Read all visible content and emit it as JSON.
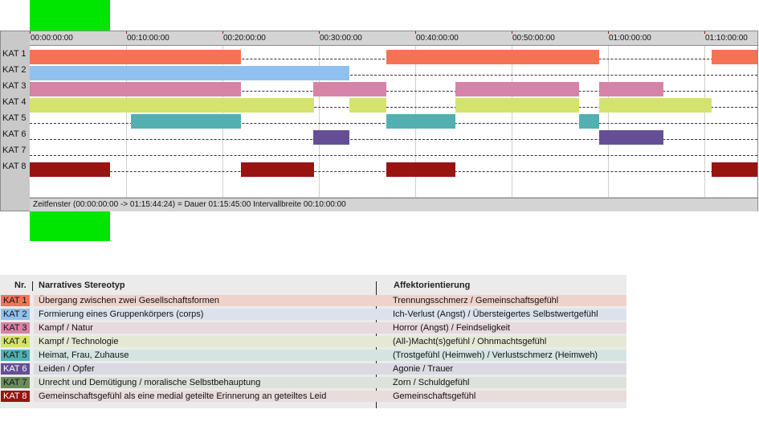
{
  "chart_data": {
    "type": "timeline",
    "x_unit": "time (hh:mm:ss)",
    "x_range_seconds": [
      0,
      4545
    ],
    "tick_labels": [
      "00:00:00:00",
      "00:10:00:00",
      "00:20:00:00",
      "00:30:00:00",
      "00:40:00:00",
      "00:50:00:00",
      "01:00:00:00",
      "01:10:00:00"
    ],
    "tick_seconds": [
      0,
      600,
      1200,
      1800,
      2400,
      3000,
      3600,
      4200
    ],
    "rows": [
      {
        "label": "KAT 1",
        "color": "#f57355",
        "intervals": [
          [
            0,
            1315
          ],
          [
            2220,
            3545
          ],
          [
            4245,
            4545
          ]
        ]
      },
      {
        "label": "KAT 2",
        "color": "#90c1ee",
        "intervals": [
          [
            0,
            1990
          ]
        ]
      },
      {
        "label": "KAT 3",
        "color": "#d683a7",
        "intervals": [
          [
            0,
            1315
          ],
          [
            1765,
            2220
          ],
          [
            2650,
            3420
          ],
          [
            3545,
            3945
          ]
        ]
      },
      {
        "label": "KAT 4",
        "color": "#d4e36c",
        "intervals": [
          [
            0,
            1770
          ],
          [
            1990,
            2220
          ],
          [
            2650,
            3420
          ],
          [
            3545,
            4245
          ]
        ]
      },
      {
        "label": "KAT 5",
        "color": "#52b0b0",
        "intervals": [
          [
            630,
            1315
          ],
          [
            2220,
            2650
          ],
          [
            3420,
            3545
          ]
        ]
      },
      {
        "label": "KAT 6",
        "color": "#644f95",
        "intervals": [
          [
            1765,
            1990
          ],
          [
            3545,
            3945
          ]
        ]
      },
      {
        "label": "KAT 7",
        "color": "#6c8c5c",
        "intervals": []
      },
      {
        "label": "KAT 8",
        "color": "#981410",
        "intervals": [
          [
            0,
            500
          ],
          [
            1315,
            1770
          ],
          [
            2220,
            2650
          ],
          [
            4245,
            4545
          ]
        ]
      }
    ],
    "status_text": "Zeitfenster (00:00:00:00 -> 01:15:44:24) = Dauer 01:15:45:00    Intervallbreite 00:10:00:00"
  },
  "legend": {
    "header_nr": "Nr.",
    "header_stereotype": "Narratives Stereotyp",
    "header_affect": "Affektorientierung",
    "rows": [
      {
        "nr": "KAT 1",
        "stereotype": "Übergang zwischen zwei Gesellschaftsformen",
        "affect": "Trennungsschmerz / Gemeinschaftsgefühl",
        "color": "#f57355",
        "tint": "#eed3cc"
      },
      {
        "nr": "KAT 2",
        "stereotype": "Formierung eines Gruppenkörpers (corps)",
        "affect": "Ich-Verlust (Angst) / Übersteigertes Selbstwertgefühl",
        "color": "#90c1ee",
        "tint": "#dae3ec"
      },
      {
        "nr": "KAT 3",
        "stereotype": "Kampf / Natur",
        "affect": "Horror (Angst) / Feindseligkeit",
        "color": "#d683a7",
        "tint": "#e8d9df"
      },
      {
        "nr": "KAT 4",
        "stereotype": "Kampf / Technologie",
        "affect": "(All-)Macht(s)gefühl / Ohnmachtsgefühl",
        "color": "#d4e36c",
        "tint": "#e6e8d6"
      },
      {
        "nr": "KAT 5",
        "stereotype": "Heimat, Frau, Zuhause",
        "affect": "(Trostgefühl (Heimweh) / Verlustschmerz (Heimweh)",
        "color": "#52b0b0",
        "tint": "#d4e4e2"
      },
      {
        "nr": "KAT 6",
        "stereotype": "Leiden / Opfer",
        "affect": "Agonie / Trauer",
        "color": "#644f95",
        "tint": "#dbd9e2"
      },
      {
        "nr": "KAT 7",
        "stereotype": "Unrecht und Demütigung / moralische Selbstbehauptung",
        "affect": "Zorn / Schuldgefühl",
        "color": "#6c8c5c",
        "tint": "#dde2da"
      },
      {
        "nr": "KAT 8",
        "stereotype": "Gemeinschaftsgefühl als eine medial geteilte Erinnerung an geteiltes Leid",
        "affect": "Gemeinschaftsgefühl",
        "color": "#981410",
        "tint": "#e8dcdc"
      }
    ]
  }
}
